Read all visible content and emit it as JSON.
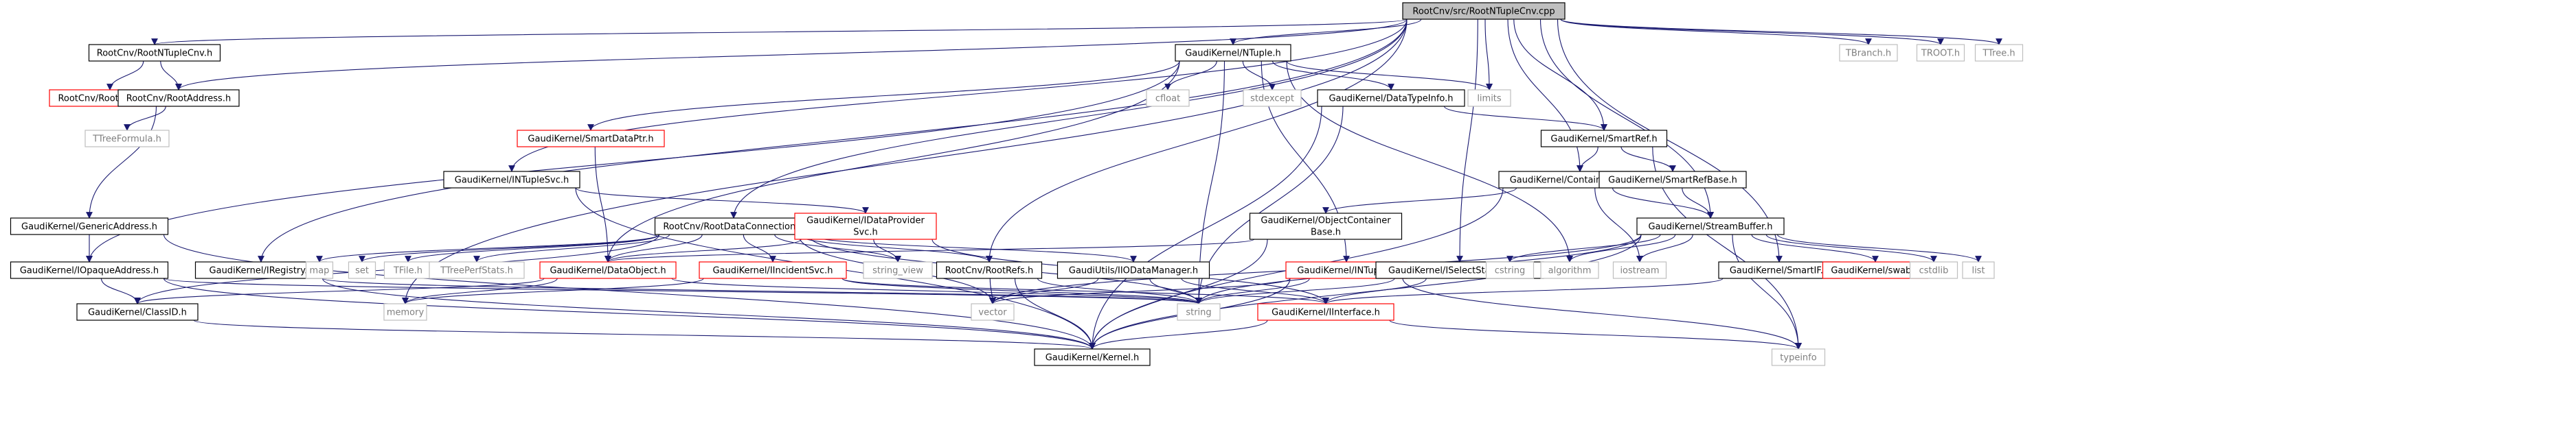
{
  "colors": {
    "edge": "#191970",
    "root_fill": "#bfbfbf",
    "normal_fill": "#ffffff",
    "normal_stroke": "#000000",
    "redlink_stroke": "#ff0000",
    "external_stroke": "#bfbfbf",
    "text": "#000000",
    "external_text": "#7f7f7f"
  },
  "nodes": [
    {
      "id": "root",
      "label": "RootCnv/src/RootNTupleCnv.cpp",
      "kind": "root"
    },
    {
      "id": "rntc",
      "label": "RootCnv/RootNTupleCnv.h",
      "kind": "normal"
    },
    {
      "id": "gntuple",
      "label": "GaudiKernel/NTuple.h",
      "kind": "normal"
    },
    {
      "id": "tbranch",
      "label": "TBranch.h",
      "kind": "external"
    },
    {
      "id": "troot",
      "label": "TROOT.h",
      "kind": "external"
    },
    {
      "id": "ttree",
      "label": "TTree.h",
      "kind": "external"
    },
    {
      "id": "rsc",
      "label": "RootCnv/RootStatCnv.h",
      "kind": "redlink"
    },
    {
      "id": "raddr",
      "label": "RootCnv/RootAddress.h",
      "kind": "normal"
    },
    {
      "id": "cfloat",
      "label": "cfloat",
      "kind": "external"
    },
    {
      "id": "stdexcept",
      "label": "stdexcept",
      "kind": "external"
    },
    {
      "id": "dti",
      "label": "GaudiKernel/DataTypeInfo.h",
      "kind": "normal"
    },
    {
      "id": "limits",
      "label": "limits",
      "kind": "external"
    },
    {
      "id": "ttf",
      "label": "TTreeFormula.h",
      "kind": "external"
    },
    {
      "id": "sdp",
      "label": "GaudiKernel/SmartDataPtr.h",
      "kind": "redlink"
    },
    {
      "id": "sref",
      "label": "GaudiKernel/SmartRef.h",
      "kind": "normal"
    },
    {
      "id": "intsvc",
      "label": "GaudiKernel/INTupleSvc.h",
      "kind": "normal"
    },
    {
      "id": "cobj",
      "label": "GaudiKernel/ContainedObject.h",
      "kind": "normal"
    },
    {
      "id": "srefbase",
      "label": "GaudiKernel/SmartRefBase.h",
      "kind": "normal"
    },
    {
      "id": "gaddr",
      "label": "GaudiKernel/GenericAddress.h",
      "kind": "normal"
    },
    {
      "id": "rdc",
      "label": "RootCnv/RootDataConnection.h",
      "kind": "normal"
    },
    {
      "id": "idps",
      "label": "GaudiKernel/IDataProviderSvc.h",
      "kind": "redlink",
      "lines": [
        "GaudiKernel/IDataProvider",
        "Svc.h"
      ]
    },
    {
      "id": "ocb",
      "label": "GaudiKernel/ObjectContainerBase.h",
      "kind": "normal",
      "lines": [
        "GaudiKernel/ObjectContainer",
        "Base.h"
      ]
    },
    {
      "id": "sbuf",
      "label": "GaudiKernel/StreamBuffer.h",
      "kind": "normal"
    },
    {
      "id": "ioa",
      "label": "GaudiKernel/IOpaqueAddress.h",
      "kind": "normal"
    },
    {
      "id": "ireg",
      "label": "GaudiKernel/IRegistry.h",
      "kind": "normal"
    },
    {
      "id": "map",
      "label": "map",
      "kind": "external"
    },
    {
      "id": "set",
      "label": "set",
      "kind": "external"
    },
    {
      "id": "tfile",
      "label": "TFile.h",
      "kind": "external"
    },
    {
      "id": "tps",
      "label": "TTreePerfStats.h",
      "kind": "external"
    },
    {
      "id": "dobj",
      "label": "GaudiKernel/DataObject.h",
      "kind": "redlink"
    },
    {
      "id": "iis",
      "label": "GaudiKernel/IIncidentSvc.h",
      "kind": "redlink"
    },
    {
      "id": "sv",
      "label": "string_view",
      "kind": "external"
    },
    {
      "id": "rrefs",
      "label": "RootCnv/RootRefs.h",
      "kind": "normal"
    },
    {
      "id": "iodm",
      "label": "GaudiUtils/IIODataManager.h",
      "kind": "normal"
    },
    {
      "id": "intuple",
      "label": "GaudiKernel/INTuple.h",
      "kind": "redlink"
    },
    {
      "id": "iss",
      "label": "GaudiKernel/ISelectStatement.h",
      "kind": "normal"
    },
    {
      "id": "cstring",
      "label": "cstring",
      "kind": "external"
    },
    {
      "id": "algorithm",
      "label": "algorithm",
      "kind": "external"
    },
    {
      "id": "iostream",
      "label": "iostream",
      "kind": "external"
    },
    {
      "id": "smartif",
      "label": "GaudiKernel/SmartIF.h",
      "kind": "normal"
    },
    {
      "id": "swab",
      "label": "GaudiKernel/swab.h",
      "kind": "redlink"
    },
    {
      "id": "cstdlib",
      "label": "cstdlib",
      "kind": "external"
    },
    {
      "id": "list",
      "label": "list",
      "kind": "external"
    },
    {
      "id": "classid",
      "label": "GaudiKernel/ClassID.h",
      "kind": "normal"
    },
    {
      "id": "memory",
      "label": "memory",
      "kind": "external"
    },
    {
      "id": "vector",
      "label": "vector",
      "kind": "external"
    },
    {
      "id": "string",
      "label": "string",
      "kind": "external"
    },
    {
      "id": "iif",
      "label": "GaudiKernel/IInterface.h",
      "kind": "redlink"
    },
    {
      "id": "kernel",
      "label": "GaudiKernel/Kernel.h",
      "kind": "normal"
    },
    {
      "id": "typeinfo",
      "label": "typeinfo",
      "kind": "external"
    }
  ],
  "edges": [
    [
      "root",
      "rntc"
    ],
    [
      "root",
      "gntuple"
    ],
    [
      "root",
      "tbranch"
    ],
    [
      "root",
      "troot"
    ],
    [
      "root",
      "ttree"
    ],
    [
      "root",
      "raddr"
    ],
    [
      "root",
      "limits"
    ],
    [
      "root",
      "sref"
    ],
    [
      "root",
      "cobj"
    ],
    [
      "root",
      "intsvc"
    ],
    [
      "root",
      "rdc"
    ],
    [
      "root",
      "sbuf"
    ],
    [
      "root",
      "ireg"
    ],
    [
      "root",
      "rrefs"
    ],
    [
      "root",
      "iss"
    ],
    [
      "root",
      "smartif"
    ],
    [
      "root",
      "memory"
    ],
    [
      "rntc",
      "rsc"
    ],
    [
      "rntc",
      "raddr"
    ],
    [
      "raddr",
      "ttf"
    ],
    [
      "raddr",
      "gaddr"
    ],
    [
      "gaddr",
      "ioa"
    ],
    [
      "gaddr",
      "kernel"
    ],
    [
      "gntuple",
      "cfloat"
    ],
    [
      "gntuple",
      "stdexcept"
    ],
    [
      "gntuple",
      "dti"
    ],
    [
      "gntuple",
      "limits"
    ],
    [
      "gntuple",
      "sdp"
    ],
    [
      "gntuple",
      "dobj"
    ],
    [
      "gntuple",
      "intuple"
    ],
    [
      "gntuple",
      "ioa"
    ],
    [
      "gntuple",
      "string"
    ],
    [
      "gntuple",
      "algorithm"
    ],
    [
      "dti",
      "sref"
    ],
    [
      "dti",
      "string"
    ],
    [
      "dti",
      "kernel"
    ],
    [
      "sref",
      "cobj"
    ],
    [
      "sref",
      "srefbase"
    ],
    [
      "sref",
      "typeinfo"
    ],
    [
      "srefbase",
      "sbuf"
    ],
    [
      "cobj",
      "ocb"
    ],
    [
      "cobj",
      "sbuf"
    ],
    [
      "cobj",
      "kernel"
    ],
    [
      "cobj",
      "iostream"
    ],
    [
      "ocb",
      "dobj"
    ],
    [
      "ocb",
      "kernel"
    ],
    [
      "sdp",
      "dobj"
    ],
    [
      "intsvc",
      "idps"
    ],
    [
      "intsvc",
      "kernel"
    ],
    [
      "idps",
      "dobj"
    ],
    [
      "idps",
      "sv"
    ],
    [
      "idps",
      "iif"
    ],
    [
      "rdc",
      "map"
    ],
    [
      "rdc",
      "set"
    ],
    [
      "rdc",
      "tfile"
    ],
    [
      "rdc",
      "tps"
    ],
    [
      "rdc",
      "dobj"
    ],
    [
      "rdc",
      "iis"
    ],
    [
      "rdc",
      "sv"
    ],
    [
      "rdc",
      "rrefs"
    ],
    [
      "rdc",
      "iodm"
    ],
    [
      "rdc",
      "classid"
    ],
    [
      "rdc",
      "string"
    ],
    [
      "rdc",
      "vector"
    ],
    [
      "dobj",
      "classid"
    ],
    [
      "dobj",
      "memory"
    ],
    [
      "dobj",
      "string"
    ],
    [
      "iis",
      "memory"
    ],
    [
      "iis",
      "string"
    ],
    [
      "iis",
      "iif"
    ],
    [
      "rrefs",
      "string"
    ],
    [
      "rrefs",
      "vector"
    ],
    [
      "rrefs",
      "kernel"
    ],
    [
      "iodm",
      "string"
    ],
    [
      "iodm",
      "vector"
    ],
    [
      "iodm",
      "iif"
    ],
    [
      "intuple",
      "string"
    ],
    [
      "intuple",
      "vector"
    ],
    [
      "intuple",
      "kernel"
    ],
    [
      "intuple",
      "typeinfo"
    ],
    [
      "iss",
      "string"
    ],
    [
      "iss",
      "iif"
    ],
    [
      "sbuf",
      "cstring"
    ],
    [
      "sbuf",
      "algorithm"
    ],
    [
      "sbuf",
      "iostream"
    ],
    [
      "sbuf",
      "swab"
    ],
    [
      "sbuf",
      "cstdlib"
    ],
    [
      "sbuf",
      "list"
    ],
    [
      "sbuf",
      "vector"
    ],
    [
      "sbuf",
      "string"
    ],
    [
      "sbuf",
      "typeinfo"
    ],
    [
      "sbuf",
      "kernel"
    ],
    [
      "smartif",
      "iif"
    ],
    [
      "ioa",
      "classid"
    ],
    [
      "ioa",
      "kernel"
    ],
    [
      "ioa",
      "string"
    ],
    [
      "ireg",
      "string"
    ],
    [
      "ireg",
      "kernel"
    ],
    [
      "classid",
      "kernel"
    ],
    [
      "iif",
      "kernel"
    ],
    [
      "iif",
      "typeinfo"
    ]
  ]
}
